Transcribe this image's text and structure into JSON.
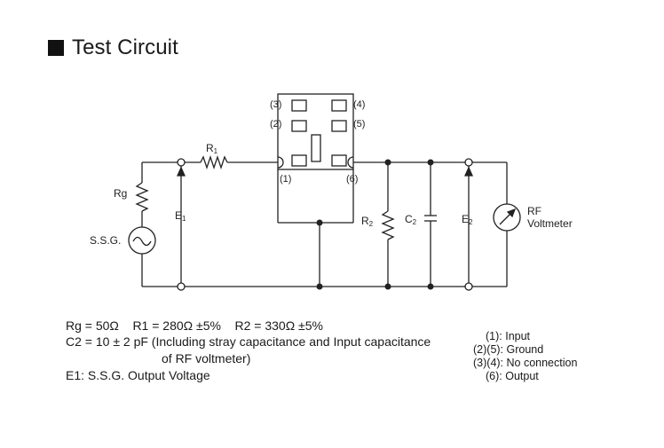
{
  "title": "Test Circuit",
  "pins": {
    "p1": "(1)",
    "p2": "(2)",
    "p3": "(3)",
    "p4": "(4)",
    "p5": "(5)",
    "p6": "(6)"
  },
  "labels": {
    "r1_letter": "R",
    "r1_sub": "1",
    "rg": "Rg",
    "e1_letter": "E",
    "e1_sub": "1",
    "ssg": "S.S.G.",
    "r2_letter": "R",
    "r2_sub": "2",
    "c2_letter": "C",
    "c2_sub": "2",
    "e2_letter": "E",
    "e2_sub": "2",
    "rf_line1": "RF",
    "rf_line2": "Voltmeter"
  },
  "specs": {
    "line1": "Rg = 50Ω    R1 = 280Ω ±5%    R2 = 330Ω ±5%",
    "line2": "C2 = 10 ± 2 pF (Including stray capacitance and Input capacitance",
    "line3": "of RF voltmeter)",
    "line4": "E1: S.S.G. Output Voltage"
  },
  "legend": {
    "l1": "(1): Input",
    "l2": "(2)(5): Ground",
    "l3": "(3)(4): No connection",
    "l4": "(6): Output"
  }
}
